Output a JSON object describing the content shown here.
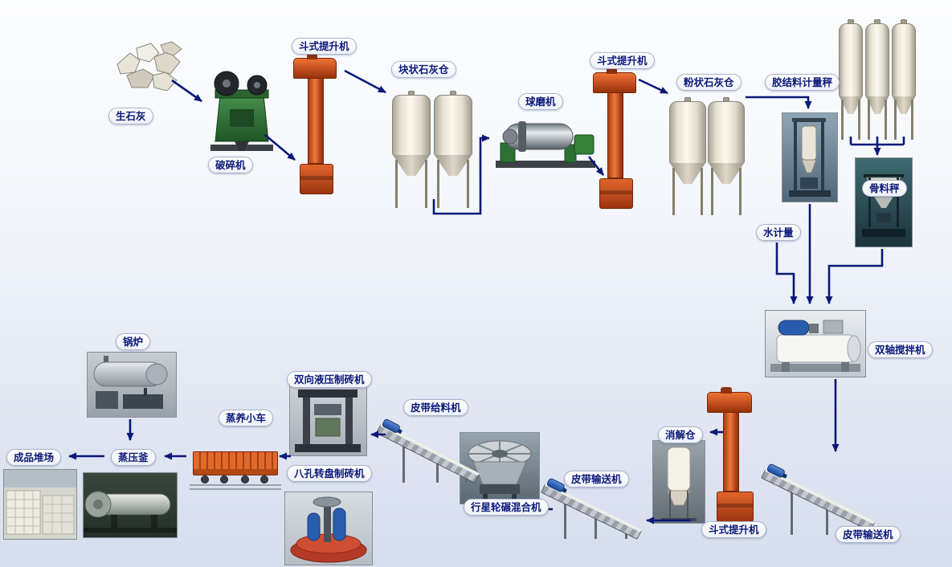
{
  "labels": {
    "quicklime": "生石灰",
    "bucket_elevator_1": "斗式提升机",
    "crusher": "破碎机",
    "lump_lime_silo": "块状石灰仓",
    "ball_mill": "球磨机",
    "bucket_elevator_2": "斗式提升机",
    "powder_lime_silo": "粉状石灰仓",
    "binder_metering_scale": "胶结料计量秤",
    "aggregate_scale": "骨料秤",
    "water_metering": "水计量",
    "twin_shaft_mixer": "双轴搅拌机",
    "slaking_silo": "消解仓",
    "bucket_elevator_3": "斗式提升机",
    "belt_conveyor_right": "皮带输送机",
    "belt_conveyor_middle": "皮带输送机",
    "planetary_roller_mixer": "行星轮碾混合机",
    "belt_feeder": "皮带给料机",
    "hydraulic_brick_machine": "双向液压制砖机",
    "rotary_brick_machine": "八孔转盘制砖机",
    "steam_curing_trolley": "蒸养小车",
    "autoclave": "蒸压釜",
    "finished_product_yard": "成品堆场",
    "boiler": "锅炉"
  },
  "colors": {
    "arrow": "#0a1878",
    "label_text": "#0a1878",
    "elevator_red": "#c7491c",
    "motor_blue": "#2a5cae"
  }
}
